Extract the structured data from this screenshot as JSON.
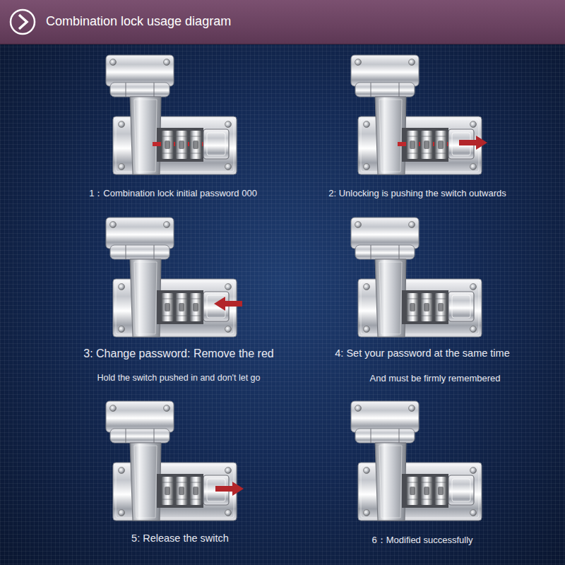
{
  "diagram": {
    "title": "Combination lock usage diagram",
    "labels": [
      "1：Combination lock initial password 000",
      "2: Unlocking is pushing the switch outwards",
      "3: Change password: Remove the red",
      "Hold the switch pushed in and don't let go",
      "4: Set your password at the same time",
      "And must be firmly remembered",
      "5: Release the switch",
      "6：Modified successfully"
    ]
  }
}
